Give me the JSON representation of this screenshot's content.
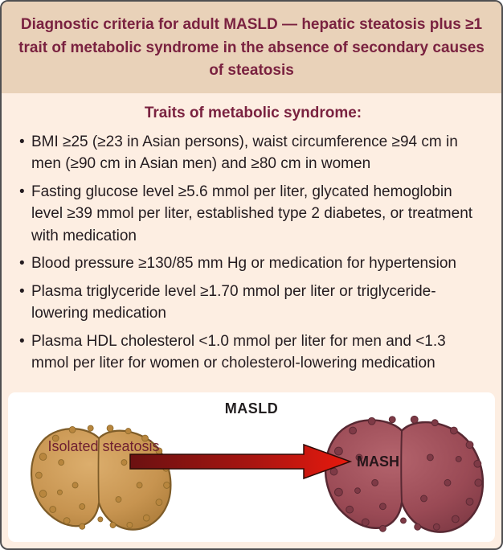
{
  "figure": {
    "title": "Diagnostic criteria for adult MASLD — hepatic steatosis plus ≥1 trait of metabolic syndrome in the absence of secondary causes of steatosis",
    "bullet_char": "•",
    "traits_heading": "Traits of metabolic syndrome:",
    "traits": [
      "BMI ≥25 (≥23 in Asian persons), waist circumference ≥94 cm in men (≥90 cm in Asian men) and ≥80 cm in women",
      "Fasting glucose level ≥5.6 mmol per liter, glycated hemoglobin level ≥39 mmol per liter, established type 2 diabetes, or treatment with medication",
      "Blood pressure ≥130/85 mm Hg or medication for hypertension",
      "Plasma triglyceride level ≥1.70 mmol per liter or triglyceride-lowering medication",
      "Plasma HDL cholesterol <1.0 mmol per liter for men and <1.3 mmol per liter for women or cholesterol-lowering medication"
    ],
    "illustration": {
      "label": "MASLD",
      "left_liver_label": "Isolated steatosis",
      "right_liver_label": "MASH"
    },
    "colors": {
      "header_bg": "#e9d2b9",
      "body_bg": "#fdeee2",
      "heading_text": "#7a2240",
      "body_text": "#241c20",
      "panel_bg": "#ffffff",
      "arrow_gradient_start": "#6b1111",
      "arrow_gradient_end": "#e8190e",
      "left_liver": "#c79450",
      "right_liver": "#9a4a55"
    }
  }
}
